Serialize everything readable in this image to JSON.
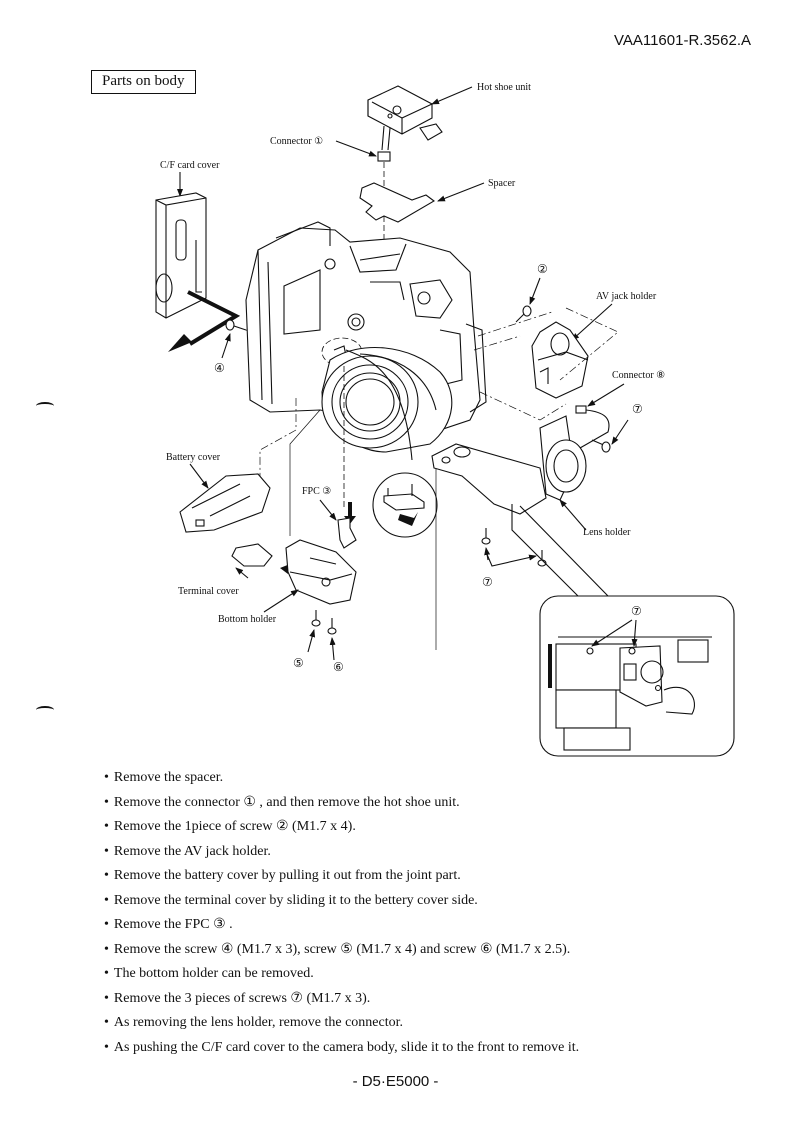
{
  "header": {
    "doc_id": "VAA11601-R.3562.A",
    "section_title": "Parts on body"
  },
  "diagram": {
    "labels": {
      "hot_shoe_unit": "Hot shoe unit",
      "connector_1": "Connector ①",
      "spacer": "Spacer",
      "cf_card_cover": "C/F card cover",
      "av_jack_holder": "AV jack holder",
      "connector_8": "Connector ⑧",
      "battery_cover": "Battery cover",
      "fpc_3": "FPC ③",
      "terminal_cover": "Terminal cover",
      "bottom_holder": "Bottom holder",
      "lens_holder": "Lens holder"
    },
    "callouts": {
      "screw_2": "②",
      "screw_4": "④",
      "screw_5": "⑤",
      "screw_6": "⑥",
      "screw_7_right": "⑦",
      "screw_7_bottom": "⑦",
      "screw_7_inset": "⑦"
    }
  },
  "instructions": [
    "Remove the spacer.",
    "Remove the connector ① ,  and then remove the hot shoe unit.",
    "Remove the 1piece of screw ②  (M1.7 x 4).",
    "Remove the AV jack holder.",
    "Remove the battery cover by pulling it out from the joint part.",
    "Remove the terminal cover by sliding it to the bettery cover side.",
    "Remove the FPC ③ .",
    "Remove the screw ④  (M1.7 x 3), screw ⑤ (M1.7 x 4) and screw ⑥  (M1.7 x 2.5).",
    "The bottom holder can be removed.",
    "Remove the 3 pieces of screws ⑦  (M1.7 x 3).",
    "As removing the lens holder, remove the connector.",
    "As pushing the C/F card cover to the camera body, slide it to the front to remove it."
  ],
  "footer": {
    "page_label": "- D5·E5000 -"
  }
}
